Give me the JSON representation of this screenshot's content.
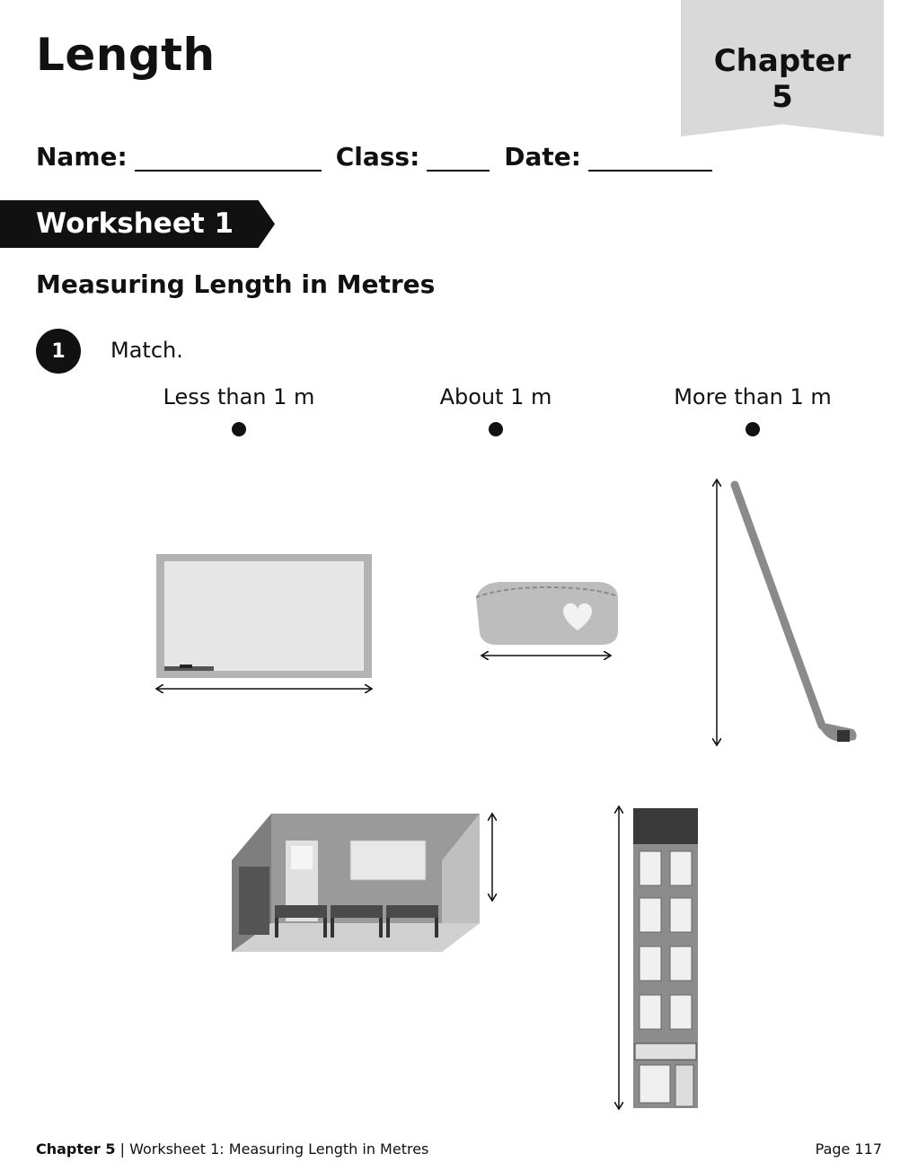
{
  "header": {
    "title": "Length",
    "chapter_label": "Chapter",
    "chapter_number": "5"
  },
  "student_fields": {
    "name_label": "Name:",
    "class_label": "Class:",
    "date_label": "Date:"
  },
  "worksheet": {
    "banner": "Worksheet 1",
    "section_title": "Measuring Length in Metres"
  },
  "question": {
    "number": "1",
    "instruction": "Match.",
    "categories": [
      "Less than 1 m",
      "About 1 m",
      "More than 1 m"
    ],
    "items": [
      {
        "icon": "whiteboard-icon"
      },
      {
        "icon": "pencil-case-icon"
      },
      {
        "icon": "hockey-stick-icon"
      },
      {
        "icon": "classroom-icon"
      },
      {
        "icon": "building-icon"
      }
    ]
  },
  "footer": {
    "chapter": "Chapter 5",
    "separator": "|",
    "worksheet_title": "Worksheet 1: Measuring Length in Metres",
    "page": "Page 117"
  }
}
